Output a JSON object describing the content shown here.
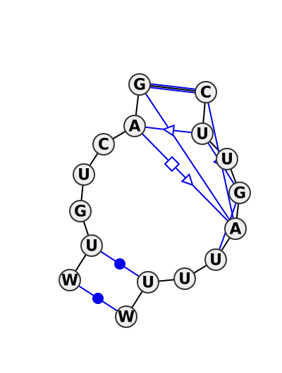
{
  "diagram": {
    "colors": {
      "backbone": "#000000",
      "interaction": "#0000ee",
      "node_fill": "#eeeeee",
      "node_stroke": "#333333"
    },
    "nucleotides": [
      {
        "id": "n1",
        "label": "W"
      },
      {
        "id": "n2",
        "label": "U"
      },
      {
        "id": "n3",
        "label": "G"
      },
      {
        "id": "n4",
        "label": "U"
      },
      {
        "id": "n5",
        "label": "C"
      },
      {
        "id": "n6",
        "label": "A"
      },
      {
        "id": "n7",
        "label": "G"
      },
      {
        "id": "n8",
        "label": "C"
      },
      {
        "id": "n9",
        "label": "U"
      },
      {
        "id": "n10",
        "label": "U"
      },
      {
        "id": "n11",
        "label": "G"
      },
      {
        "id": "n12",
        "label": "A"
      },
      {
        "id": "n13",
        "label": "U"
      },
      {
        "id": "n14",
        "label": "U"
      },
      {
        "id": "n15",
        "label": "U"
      },
      {
        "id": "n16",
        "label": "W"
      }
    ],
    "backbone_chain": [
      "n1",
      "n2",
      "n3",
      "n4",
      "n5",
      "n6",
      "n7",
      "n8",
      "n9",
      "n10",
      "n11",
      "n12",
      "n13",
      "n14",
      "n15",
      "n16"
    ],
    "interactions": [
      {
        "from": "n2",
        "to": "n15",
        "symbol": "dot"
      },
      {
        "from": "n1",
        "to": "n16",
        "symbol": "dot"
      },
      {
        "from": "n7",
        "to": "n8",
        "symbol": "double-line"
      },
      {
        "from": "n6",
        "to": "n9",
        "symbol": "triangle"
      },
      {
        "from": "n6",
        "to": "n12",
        "symbol": "square-triangle"
      },
      {
        "from": "n7",
        "to": "n12",
        "symbol": "none"
      },
      {
        "from": "n8",
        "to": "n12",
        "symbol": "none"
      },
      {
        "from": "n11",
        "to": "n13",
        "symbol": "none"
      },
      {
        "from": "n9",
        "to": "n11",
        "symbol": "triangle-reverse"
      }
    ]
  }
}
